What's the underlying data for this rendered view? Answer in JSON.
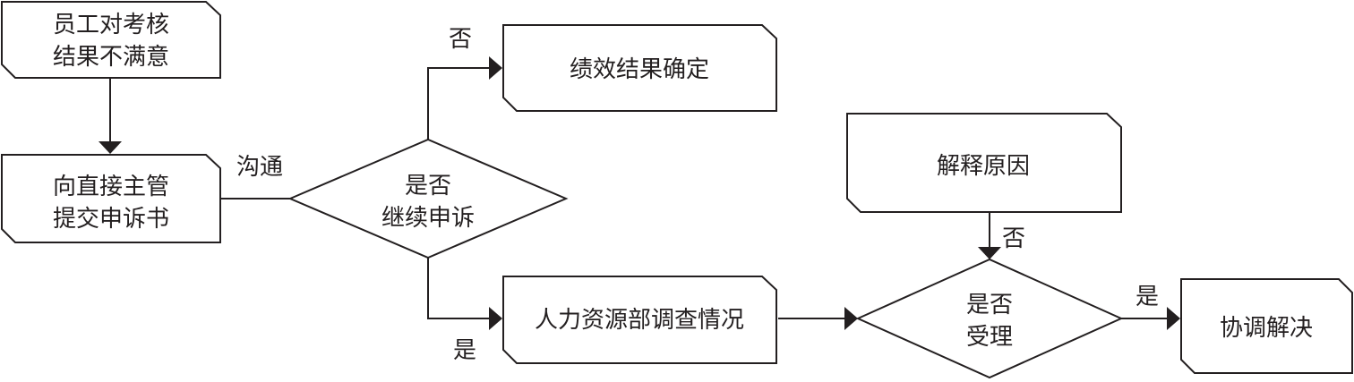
{
  "nodes": {
    "complaint": {
      "line1": "员工对考核",
      "line2": "结果不满意"
    },
    "submit": {
      "line1": "向直接主管",
      "line2": "提交申诉书"
    },
    "continue_decision": {
      "line1": "是否",
      "line2": "继续申诉"
    },
    "confirmed": {
      "label": "绩效结果确定"
    },
    "hr_investigation": {
      "label": "人力资源部调查情况"
    },
    "explain": {
      "label": "解释原因"
    },
    "accept_decision": {
      "line1": "是否",
      "line2": "受理"
    },
    "resolve": {
      "label": "协调解决"
    }
  },
  "edges": {
    "communicate": "沟通",
    "no_continue": "否",
    "yes_continue": "是",
    "no_accept": "否",
    "yes_accept": "是"
  },
  "colors": {
    "stroke": "#231f20",
    "background": "#ffffff"
  }
}
